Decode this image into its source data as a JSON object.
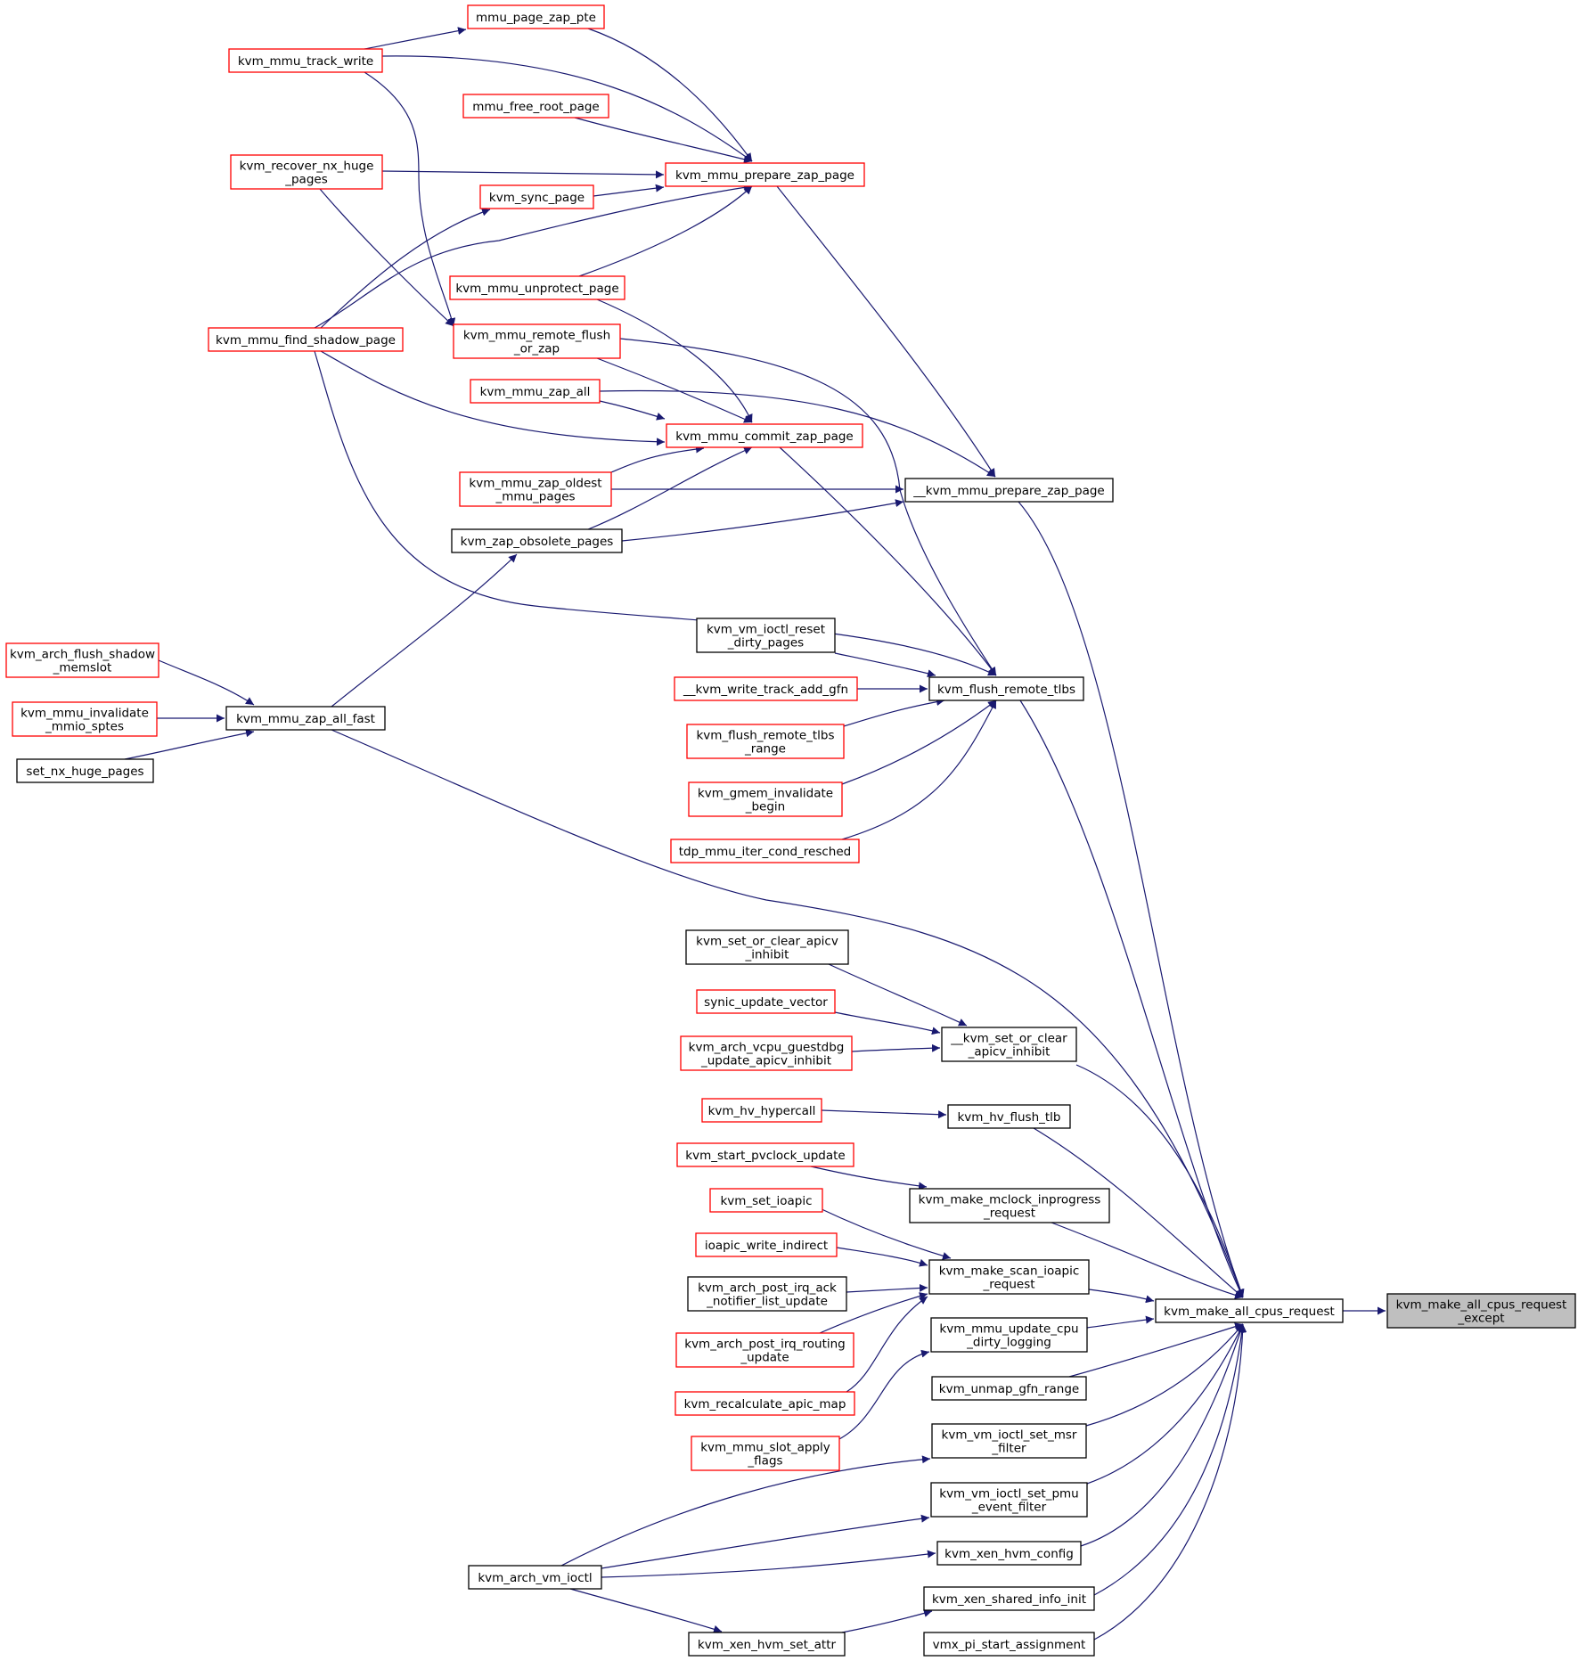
{
  "colors": {
    "edge": "#191970",
    "border_red": "#ff0000",
    "border_black": "#000000",
    "focus_fill": "#bfbfbf"
  },
  "nodes": [
    {
      "id": "focus",
      "lines": [
        "kvm_make_all_cpus_request",
        "_except"
      ],
      "style": "focus"
    },
    {
      "id": "all_cpus",
      "lines": [
        "kvm_make_all_cpus_request"
      ],
      "style": "black"
    },
    {
      "id": "prep_internal",
      "lines": [
        "__kvm_mmu_prepare_zap_page"
      ],
      "style": "black"
    },
    {
      "id": "flush_tlbs",
      "lines": [
        "kvm_flush_remote_tlbs"
      ],
      "style": "black"
    },
    {
      "id": "zap_all_fast",
      "lines": [
        "kvm_mmu_zap_all_fast"
      ],
      "style": "black"
    },
    {
      "id": "set_clear_inhibit",
      "lines": [
        "__kvm_set_or_clear",
        "_apicv_inhibit"
      ],
      "style": "black"
    },
    {
      "id": "hv_flush",
      "lines": [
        "kvm_hv_flush_tlb"
      ],
      "style": "black"
    },
    {
      "id": "mclock",
      "lines": [
        "kvm_make_mclock_inprogress",
        "_request"
      ],
      "style": "black"
    },
    {
      "id": "scan_ioapic",
      "lines": [
        "kvm_make_scan_ioapic",
        "_request"
      ],
      "style": "black"
    },
    {
      "id": "cpu_dirty",
      "lines": [
        "kvm_mmu_update_cpu",
        "_dirty_logging"
      ],
      "style": "black"
    },
    {
      "id": "unmap_gfn",
      "lines": [
        "kvm_unmap_gfn_range"
      ],
      "style": "black"
    },
    {
      "id": "set_msr_filter",
      "lines": [
        "kvm_vm_ioctl_set_msr",
        "_filter"
      ],
      "style": "black"
    },
    {
      "id": "set_pmu_filter",
      "lines": [
        "kvm_vm_ioctl_set_pmu",
        "_event_filter"
      ],
      "style": "black"
    },
    {
      "id": "xen_hvm_config",
      "lines": [
        "kvm_xen_hvm_config"
      ],
      "style": "black"
    },
    {
      "id": "xen_shared",
      "lines": [
        "kvm_xen_shared_info_init"
      ],
      "style": "black"
    },
    {
      "id": "vmx_pi",
      "lines": [
        "vmx_pi_start_assignment"
      ],
      "style": "black"
    },
    {
      "id": "zap_obsolete",
      "lines": [
        "kvm_zap_obsolete_pages"
      ],
      "style": "black"
    },
    {
      "id": "reset_dirty",
      "lines": [
        "kvm_vm_ioctl_reset",
        "_dirty_pages"
      ],
      "style": "black"
    },
    {
      "id": "set_or_clear_apicv",
      "lines": [
        "kvm_set_or_clear_apicv",
        "_inhibit"
      ],
      "style": "black"
    },
    {
      "id": "irq_ack",
      "lines": [
        "kvm_arch_post_irq_ack",
        "_notifier_list_update"
      ],
      "style": "black"
    },
    {
      "id": "arch_vm_ioctl",
      "lines": [
        "kvm_arch_vm_ioctl"
      ],
      "style": "black"
    },
    {
      "id": "xen_set_attr",
      "lines": [
        "kvm_xen_hvm_set_attr"
      ],
      "style": "black"
    },
    {
      "id": "set_nx",
      "lines": [
        "set_nx_huge_pages"
      ],
      "style": "black"
    },
    {
      "id": "page_zap_pte",
      "lines": [
        "mmu_page_zap_pte"
      ],
      "style": "red"
    },
    {
      "id": "track_write",
      "lines": [
        "kvm_mmu_track_write"
      ],
      "style": "red"
    },
    {
      "id": "free_root",
      "lines": [
        "mmu_free_root_page"
      ],
      "style": "red"
    },
    {
      "id": "prepare_zap",
      "lines": [
        "kvm_mmu_prepare_zap_page"
      ],
      "style": "red"
    },
    {
      "id": "recover_nx",
      "lines": [
        "kvm_recover_nx_huge",
        "_pages"
      ],
      "style": "red"
    },
    {
      "id": "sync_page",
      "lines": [
        "kvm_sync_page"
      ],
      "style": "red"
    },
    {
      "id": "unprotect",
      "lines": [
        "kvm_mmu_unprotect_page"
      ],
      "style": "red"
    },
    {
      "id": "find_shadow",
      "lines": [
        "kvm_mmu_find_shadow_page"
      ],
      "style": "red"
    },
    {
      "id": "remote_flush",
      "lines": [
        "kvm_mmu_remote_flush",
        "_or_zap"
      ],
      "style": "red"
    },
    {
      "id": "zap_all",
      "lines": [
        "kvm_mmu_zap_all"
      ],
      "style": "red"
    },
    {
      "id": "commit_zap",
      "lines": [
        "kvm_mmu_commit_zap_page"
      ],
      "style": "red"
    },
    {
      "id": "zap_oldest",
      "lines": [
        "kvm_mmu_zap_oldest",
        "_mmu_pages"
      ],
      "style": "red"
    },
    {
      "id": "flush_shadow_memslot",
      "lines": [
        "kvm_arch_flush_shadow",
        "_memslot"
      ],
      "style": "red"
    },
    {
      "id": "invalidate_mmio",
      "lines": [
        "kvm_mmu_invalidate",
        "_mmio_sptes"
      ],
      "style": "red"
    },
    {
      "id": "write_track",
      "lines": [
        "__kvm_write_track_add_gfn"
      ],
      "style": "red"
    },
    {
      "id": "flush_range",
      "lines": [
        "kvm_flush_remote_tlbs",
        "_range"
      ],
      "style": "red"
    },
    {
      "id": "gmem_inval",
      "lines": [
        "kvm_gmem_invalidate",
        "_begin"
      ],
      "style": "red"
    },
    {
      "id": "tdp_resched",
      "lines": [
        "tdp_mmu_iter_cond_resched"
      ],
      "style": "red"
    },
    {
      "id": "synic",
      "lines": [
        "synic_update_vector"
      ],
      "style": "red"
    },
    {
      "id": "guestdbg",
      "lines": [
        "kvm_arch_vcpu_guestdbg",
        "_update_apicv_inhibit"
      ],
      "style": "red"
    },
    {
      "id": "hv_hypercall",
      "lines": [
        "kvm_hv_hypercall"
      ],
      "style": "red"
    },
    {
      "id": "pvclock",
      "lines": [
        "kvm_start_pvclock_update"
      ],
      "style": "red"
    },
    {
      "id": "set_ioapic",
      "lines": [
        "kvm_set_ioapic"
      ],
      "style": "red"
    },
    {
      "id": "ioapic_write",
      "lines": [
        "ioapic_write_indirect"
      ],
      "style": "red"
    },
    {
      "id": "irq_routing",
      "lines": [
        "kvm_arch_post_irq_routing",
        "_update"
      ],
      "style": "red"
    },
    {
      "id": "recalc_apic",
      "lines": [
        "kvm_recalculate_apic_map"
      ],
      "style": "red"
    },
    {
      "id": "slot_flags",
      "lines": [
        "kvm_mmu_slot_apply",
        "_flags"
      ],
      "style": "red"
    }
  ],
  "edges": [
    [
      "all_cpus",
      "focus"
    ],
    [
      "prep_internal",
      "all_cpus"
    ],
    [
      "flush_tlbs",
      "all_cpus"
    ],
    [
      "zap_all_fast",
      "all_cpus"
    ],
    [
      "set_clear_inhibit",
      "all_cpus"
    ],
    [
      "hv_flush",
      "all_cpus"
    ],
    [
      "mclock",
      "all_cpus"
    ],
    [
      "scan_ioapic",
      "all_cpus"
    ],
    [
      "cpu_dirty",
      "all_cpus"
    ],
    [
      "unmap_gfn",
      "all_cpus"
    ],
    [
      "set_msr_filter",
      "all_cpus"
    ],
    [
      "set_pmu_filter",
      "all_cpus"
    ],
    [
      "xen_hvm_config",
      "all_cpus"
    ],
    [
      "xen_shared",
      "all_cpus"
    ],
    [
      "vmx_pi",
      "all_cpus"
    ],
    [
      "prepare_zap",
      "prep_internal"
    ],
    [
      "zap_all",
      "prep_internal"
    ],
    [
      "zap_oldest",
      "prep_internal"
    ],
    [
      "zap_obsolete",
      "prep_internal"
    ],
    [
      "page_zap_pte",
      "prepare_zap"
    ],
    [
      "track_write",
      "prepare_zap"
    ],
    [
      "free_root",
      "prepare_zap"
    ],
    [
      "recover_nx",
      "prepare_zap"
    ],
    [
      "sync_page",
      "prepare_zap"
    ],
    [
      "find_shadow",
      "prepare_zap"
    ],
    [
      "unprotect",
      "prepare_zap"
    ],
    [
      "track_write",
      "page_zap_pte"
    ],
    [
      "track_write",
      "remote_flush"
    ],
    [
      "recover_nx",
      "remote_flush"
    ],
    [
      "find_shadow",
      "sync_page"
    ],
    [
      "unprotect",
      "commit_zap"
    ],
    [
      "remote_flush",
      "commit_zap"
    ],
    [
      "zap_all",
      "commit_zap"
    ],
    [
      "find_shadow",
      "commit_zap"
    ],
    [
      "zap_oldest",
      "commit_zap"
    ],
    [
      "zap_obsolete",
      "commit_zap"
    ],
    [
      "commit_zap",
      "flush_tlbs"
    ],
    [
      "remote_flush",
      "flush_tlbs"
    ],
    [
      "find_shadow",
      "flush_tlbs"
    ],
    [
      "reset_dirty",
      "flush_tlbs"
    ],
    [
      "write_track",
      "flush_tlbs"
    ],
    [
      "flush_range",
      "flush_tlbs"
    ],
    [
      "gmem_inval",
      "flush_tlbs"
    ],
    [
      "tdp_resched",
      "flush_tlbs"
    ],
    [
      "zap_all_fast",
      "zap_obsolete"
    ],
    [
      "flush_shadow_memslot",
      "zap_all_fast"
    ],
    [
      "invalidate_mmio",
      "zap_all_fast"
    ],
    [
      "set_nx",
      "zap_all_fast"
    ],
    [
      "set_or_clear_apicv",
      "set_clear_inhibit"
    ],
    [
      "synic",
      "set_clear_inhibit"
    ],
    [
      "guestdbg",
      "set_clear_inhibit"
    ],
    [
      "hv_hypercall",
      "hv_flush"
    ],
    [
      "pvclock",
      "mclock"
    ],
    [
      "set_ioapic",
      "scan_ioapic"
    ],
    [
      "ioapic_write",
      "scan_ioapic"
    ],
    [
      "irq_ack",
      "scan_ioapic"
    ],
    [
      "irq_routing",
      "scan_ioapic"
    ],
    [
      "recalc_apic",
      "scan_ioapic"
    ],
    [
      "slot_flags",
      "cpu_dirty"
    ],
    [
      "arch_vm_ioctl",
      "set_msr_filter"
    ],
    [
      "arch_vm_ioctl",
      "set_pmu_filter"
    ],
    [
      "arch_vm_ioctl",
      "xen_hvm_config"
    ],
    [
      "arch_vm_ioctl",
      "xen_set_attr"
    ],
    [
      "xen_set_attr",
      "xen_shared"
    ]
  ]
}
